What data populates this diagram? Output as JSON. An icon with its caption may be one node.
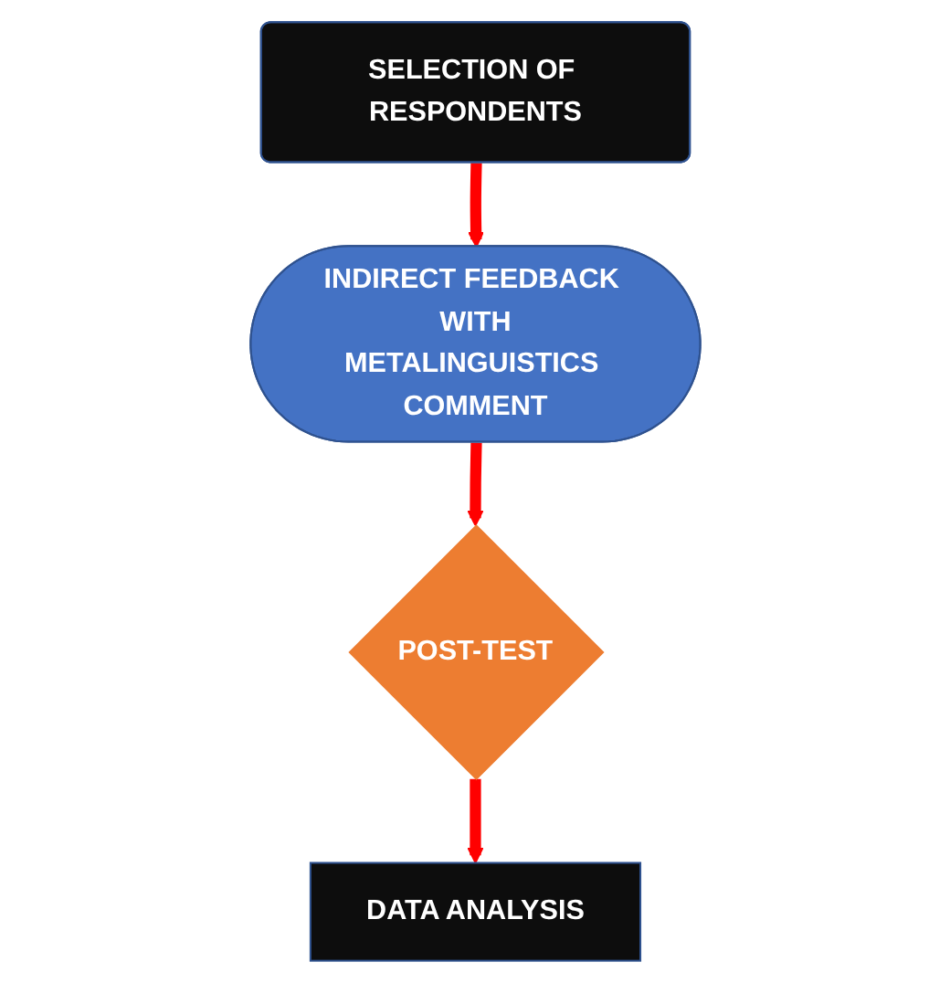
{
  "diagram": {
    "nodes": [
      {
        "text": [
          "SELECTION OF RESPONDENTS"
        ]
      },
      {
        "text": [
          "INDIRECT FEEDBACK WITH METALINGUISTICS COMMENT"
        ]
      },
      {
        "text": [
          "POST-TEST"
        ]
      },
      {
        "text": [
          "DATA ANALYSIS"
        ]
      }
    ],
    "edges": [
      {
        "from": 0,
        "to": 1,
        "arrow": "to"
      },
      {
        "from": 1,
        "to": 2,
        "arrow": "to"
      },
      {
        "from": 2,
        "to": 3,
        "arrow": "to"
      }
    ]
  }
}
